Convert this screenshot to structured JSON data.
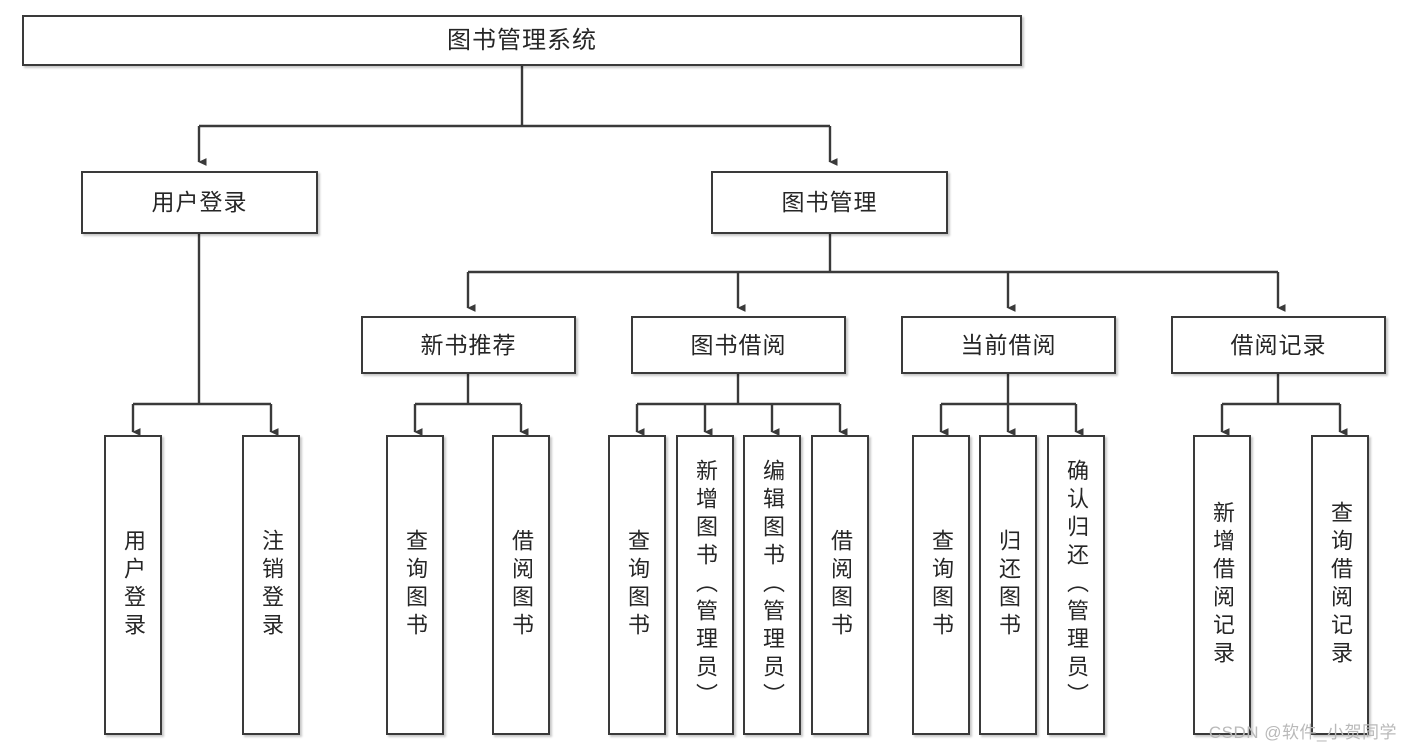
{
  "diagram": {
    "title": "图书管理系统",
    "type": "tree-hierarchy",
    "orientation": "top-down",
    "watermark": "CSDN @软件_小贺同学",
    "accent_border_color": "#3a3a3a",
    "background_color": "#ffffff",
    "text_color": "#262626"
  },
  "nodes": {
    "root": {
      "label": "图书管理系统"
    },
    "level2": [
      {
        "id": "user-login",
        "label": "用户登录"
      },
      {
        "id": "book-management",
        "label": "图书管理"
      }
    ],
    "level3": [
      {
        "id": "new-book-recommend",
        "label": "新书推荐"
      },
      {
        "id": "book-borrow",
        "label": "图书借阅"
      },
      {
        "id": "current-borrow",
        "label": "当前借阅"
      },
      {
        "id": "borrow-record",
        "label": "借阅记录"
      }
    ],
    "leaves": {
      "user-login": [
        {
          "id": "leaf-user-login",
          "label": "用户登录"
        },
        {
          "id": "leaf-user-logout",
          "label": "注销登录"
        }
      ],
      "new-book-recommend": [
        {
          "id": "leaf-query-book-1",
          "label": "查询图书"
        },
        {
          "id": "leaf-borrow-book-1",
          "label": "借阅图书"
        }
      ],
      "book-borrow": [
        {
          "id": "leaf-query-book-2",
          "label": "查询图书"
        },
        {
          "id": "leaf-add-book",
          "label": "新增图书（管理员）"
        },
        {
          "id": "leaf-edit-book",
          "label": "编辑图书（管理员）"
        },
        {
          "id": "leaf-borrow-book-2",
          "label": "借阅图书"
        }
      ],
      "current-borrow": [
        {
          "id": "leaf-query-book-3",
          "label": "查询图书"
        },
        {
          "id": "leaf-return-book",
          "label": "归还图书"
        },
        {
          "id": "leaf-confirm-return",
          "label": "确认归还（管理员）"
        }
      ],
      "borrow-record": [
        {
          "id": "leaf-add-record",
          "label": "新增借阅记录"
        },
        {
          "id": "leaf-query-record",
          "label": "查询借阅记录"
        }
      ]
    }
  }
}
